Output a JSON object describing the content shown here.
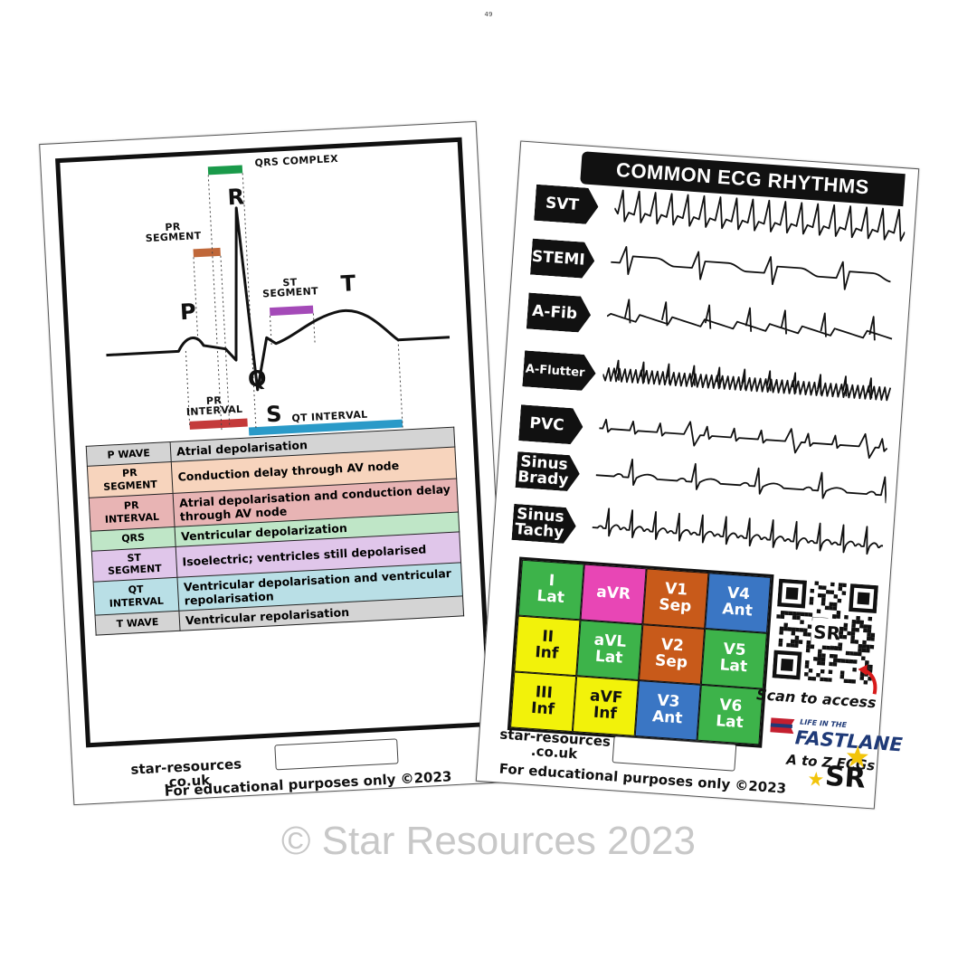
{
  "page_number": "49",
  "watermark": "© Star Resources 2023",
  "left_card": {
    "labels": {
      "qrs_complex": "QRS COMPLEX",
      "pr_segment": "PR\nSEGMENT",
      "r": "R",
      "p": "P",
      "q": "Q",
      "s": "S",
      "t": "T",
      "st_segment": "ST\nSEGMENT",
      "pr_interval": "PR\nINTERVAL",
      "qt_interval": "QT INTERVAL"
    },
    "definitions": [
      {
        "term": "P WAVE",
        "definition": "Atrial depolarisation",
        "term_color": "#d4d4d4",
        "def_color": "#d4d4d4"
      },
      {
        "term": "PR\nSEGMENT",
        "definition": "Conduction delay through AV node",
        "term_color": "#f7d4bd",
        "def_color": "#f7d4bd"
      },
      {
        "term": "PR\nINTERVAL",
        "definition": "Atrial depolarisation and conduction delay through AV node",
        "term_color": "#e8b4b4",
        "def_color": "#e8b4b4"
      },
      {
        "term": "QRS",
        "definition": "Ventricular depolarization",
        "term_color": "#bfe6c7",
        "def_color": "#bfe6c7"
      },
      {
        "term": "ST\nSEGMENT",
        "definition": "Isoelectric; ventricles still depolarised",
        "term_color": "#e0c6ea",
        "def_color": "#e0c6ea"
      },
      {
        "term": "QT\nINTERVAL",
        "definition": "Ventricular depolarisation and ventricular repolarisation",
        "term_color": "#b9dfe6",
        "def_color": "#b9dfe6"
      },
      {
        "term": "T WAVE",
        "definition": "Ventricular repolarisation",
        "term_color": "#d4d4d4",
        "def_color": "#d4d4d4"
      }
    ],
    "site": "star-resources\n.co.uk",
    "disclaimer": "For educational purposes only ©2023"
  },
  "right_card": {
    "title": "COMMON ECG RHYTHMS",
    "rhythms": [
      {
        "label": "SVT",
        "pattern": "svt"
      },
      {
        "label": "STEMI",
        "pattern": "stemi"
      },
      {
        "label": "A-Fib",
        "pattern": "afib"
      },
      {
        "label": "A-Flutter",
        "pattern": "aflutter"
      },
      {
        "label": "PVC",
        "pattern": "pvc"
      },
      {
        "label": "Sinus\nBrady",
        "pattern": "brady"
      },
      {
        "label": "Sinus\nTachy",
        "pattern": "tachy"
      }
    ],
    "leads": [
      {
        "lead": "I",
        "region": "Lat",
        "color": "#3db34a"
      },
      {
        "lead": "aVR",
        "region": "",
        "color": "#e846b5"
      },
      {
        "lead": "V1",
        "region": "Sep",
        "color": "#c85a1a"
      },
      {
        "lead": "V4",
        "region": "Ant",
        "color": "#3a76c4"
      },
      {
        "lead": "II",
        "region": "Inf",
        "color": "#f2f20a"
      },
      {
        "lead": "aVL",
        "region": "Lat",
        "color": "#3db34a"
      },
      {
        "lead": "V2",
        "region": "Sep",
        "color": "#c85a1a"
      },
      {
        "lead": "V5",
        "region": "Lat",
        "color": "#3db34a"
      },
      {
        "lead": "III",
        "region": "Inf",
        "color": "#f2f20a"
      },
      {
        "lead": "aVF",
        "region": "Inf",
        "color": "#f2f20a"
      },
      {
        "lead": "V3",
        "region": "Ant",
        "color": "#3a76c4"
      },
      {
        "lead": "V6",
        "region": "Lat",
        "color": "#3db34a"
      }
    ],
    "scan_text": "Scan to access",
    "litfl_small": "LIFE IN THE",
    "litfl_big": "FASTLANE",
    "a_to_z": "A to Z ECGs",
    "site": "star-resources\n.co.uk",
    "disclaimer": "For educational purposes only ©2023",
    "logo_text": "SR"
  },
  "colors": {
    "qrs": "#1a9a4a",
    "pr_segment": "#c0683a",
    "st_segment": "#a44ab8",
    "pr_interval": "#c43a3a",
    "qt_interval": "#2a9ac8",
    "star": "#f2c40a"
  }
}
